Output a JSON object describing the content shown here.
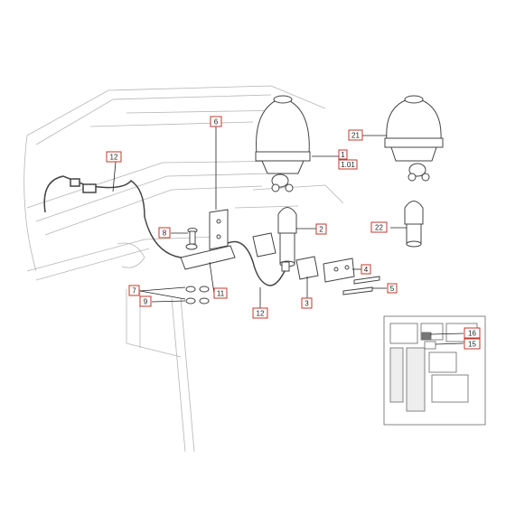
{
  "callouts": [
    {
      "id": "c6",
      "text": "6"
    },
    {
      "id": "c12a",
      "text": "12"
    },
    {
      "id": "c1",
      "text": "1"
    },
    {
      "id": "c101",
      "text": "1.01"
    },
    {
      "id": "c21",
      "text": "21"
    },
    {
      "id": "c2",
      "text": "2"
    },
    {
      "id": "c8",
      "text": "8"
    },
    {
      "id": "c22",
      "text": "22"
    },
    {
      "id": "c4",
      "text": "4"
    },
    {
      "id": "c5",
      "text": "5"
    },
    {
      "id": "c7",
      "text": "7"
    },
    {
      "id": "c11",
      "text": "11"
    },
    {
      "id": "c9",
      "text": "9"
    },
    {
      "id": "c3",
      "text": "3"
    },
    {
      "id": "c12b",
      "text": "12"
    },
    {
      "id": "c16",
      "text": "16"
    },
    {
      "id": "c15",
      "text": "15"
    }
  ],
  "colors": {
    "callout_border": "#c0392b",
    "line": "#444444",
    "light_line": "#b5b5b5"
  }
}
